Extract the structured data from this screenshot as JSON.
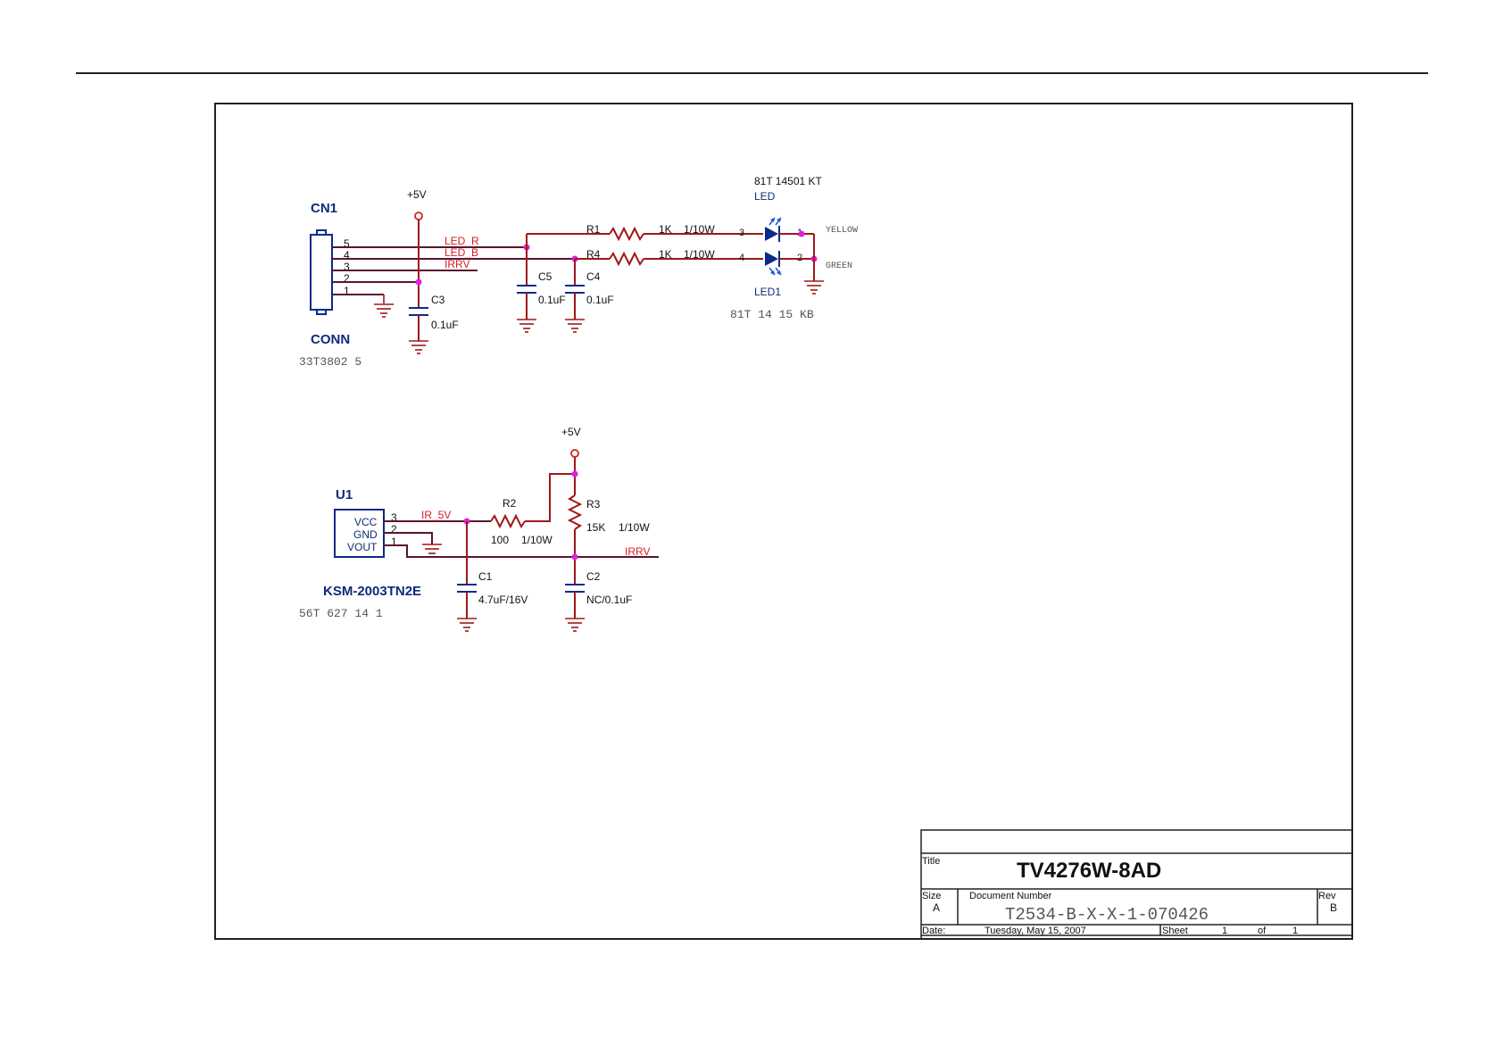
{
  "connector": {
    "ref": "CN1",
    "value": "CONN",
    "part_no": "33T3802  5",
    "pins": [
      "5",
      "4",
      "3",
      "2",
      "1"
    ]
  },
  "power_top": "+5V",
  "power_bottom": "+5V",
  "nets": {
    "led_r": "LED_R",
    "led_b": "LED_B",
    "irrv_top": "IRRV",
    "ir_5v": "IR_5V",
    "irrv_bottom": "IRRV",
    "yellow": "YELLOW",
    "green": "GREEN"
  },
  "components": {
    "c3": {
      "ref": "C3",
      "value": "0.1uF"
    },
    "c5": {
      "ref": "C5",
      "value": "0.1uF"
    },
    "c4": {
      "ref": "C4",
      "value": "0.1uF"
    },
    "r1": {
      "ref": "R1",
      "value": "1K",
      "power": "1/10W"
    },
    "r4": {
      "ref": "R4",
      "value": "1K",
      "power": "1/10W"
    },
    "r2": {
      "ref": "R2",
      "value": "100",
      "power": "1/10W"
    },
    "r3": {
      "ref": "R3",
      "value": "15K",
      "power": "1/10W"
    },
    "c1": {
      "ref": "C1",
      "value": "4.7uF/16V"
    },
    "c2": {
      "ref": "C2",
      "value": "NC/0.1uF"
    }
  },
  "led": {
    "part_no_top": "81T  14501 KT",
    "value": "LED",
    "ref": "LED1",
    "part_no_bottom": "81T  14 15 KB",
    "pin_labels": [
      "3",
      "1",
      "4",
      "2"
    ]
  },
  "ir_receiver": {
    "ref": "U1",
    "model": "KSM-2003TN2E",
    "part_no": "56T 627 14  1",
    "pin_names": [
      "VCC",
      "GND",
      "VOUT"
    ],
    "pin_numbers": [
      "3",
      "2",
      "1"
    ]
  },
  "title_block": {
    "title_label": "Title",
    "title": "TV4276W-8AD",
    "size_label": "Size",
    "size": "A",
    "docnum_label": "Document Number",
    "docnum": "T2534-B-X-X-1-070426",
    "rev_label": "Rev",
    "rev": "B",
    "date_label": "Date:",
    "date": "Tuesday, May 15, 2007",
    "sheet_label": "Sheet",
    "sheet": "1",
    "of_label": "of",
    "sheet_total": "1"
  },
  "colors": {
    "component": "#0c2a8a",
    "wire": "#a01818",
    "net_label": "#d42020",
    "ref_label": "#0d2b7a",
    "junction": "#e020e0"
  }
}
